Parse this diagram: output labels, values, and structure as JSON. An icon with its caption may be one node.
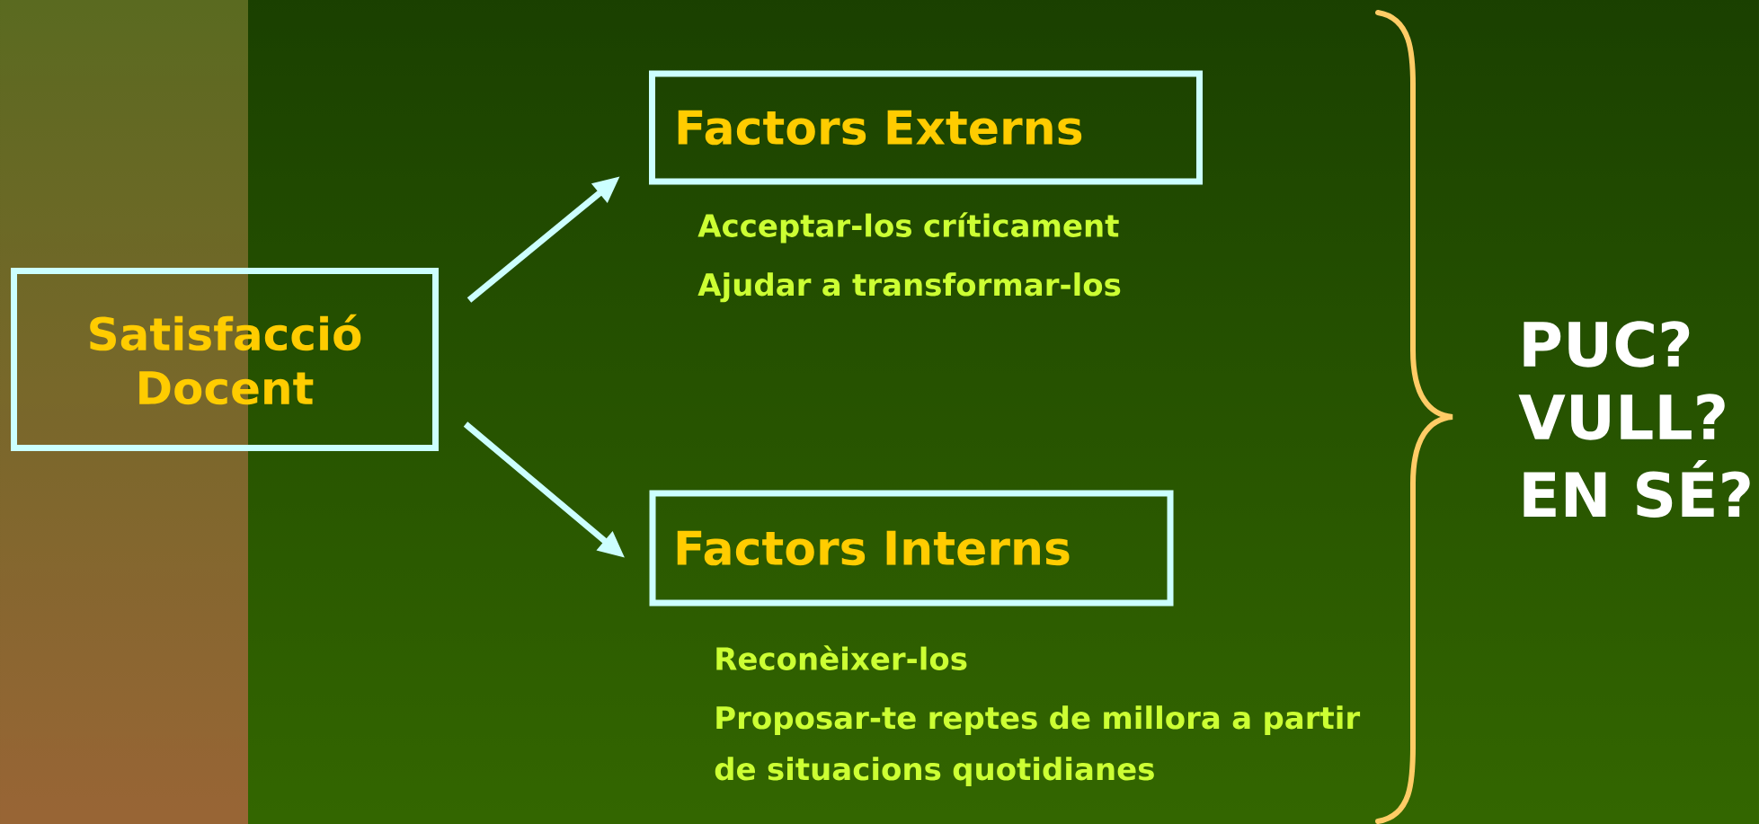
{
  "diagram": {
    "nodes": [
      {
        "text": [
          "Satisfacció Docent"
        ]
      },
      {
        "text": [
          "Factors Externs"
        ],
        "beside": [
          "Acceptar-los críticament",
          "Ajudar a transformar-los"
        ]
      },
      {
        "text": [
          "Factors Interns"
        ],
        "beside": [
          "Reconèixer-los",
          "Proposar-te reptes de millora a partir de situacions quotidianes"
        ]
      }
    ],
    "edges": [
      {
        "from": 0,
        "to": 1,
        "arrow": "to"
      },
      {
        "from": 0,
        "to": 2,
        "arrow": "to"
      }
    ],
    "labels": [
      "PUC?",
      "VULL?",
      "EN SÉ?"
    ]
  }
}
